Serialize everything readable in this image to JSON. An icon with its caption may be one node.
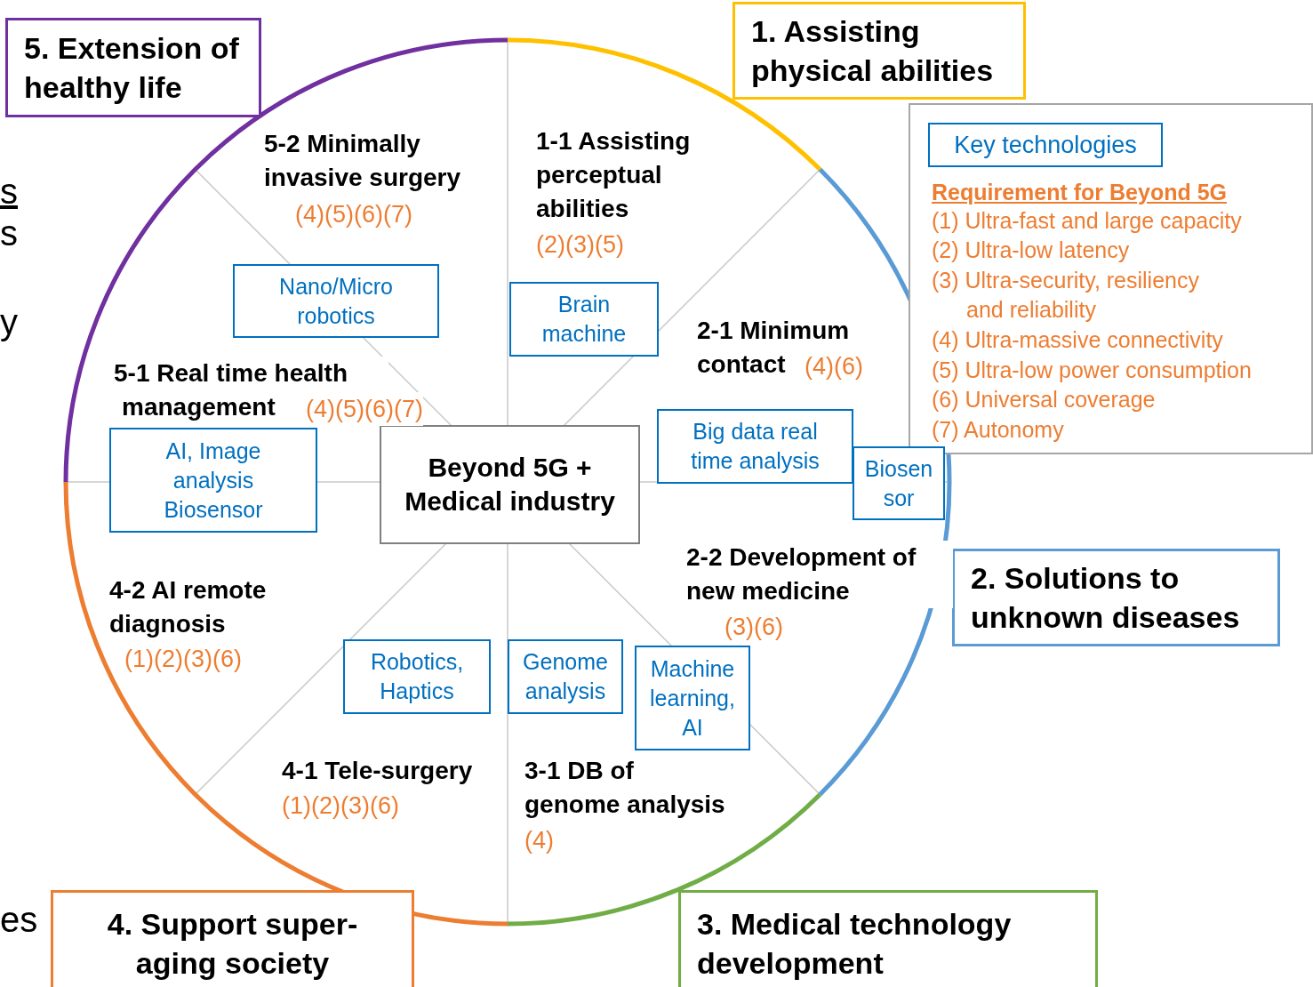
{
  "diagram": {
    "nodes": [
      {
        "text": [
          "5. Extension of healthy life"
        ]
      },
      {
        "text": [
          "1. Assisting physical abilities"
        ]
      },
      {
        "text": [
          "Requirement for Beyond 5G",
          "(1) Ultra-fast and large capacity",
          "(2) Ultra-low latency",
          "(3) Ultra-security, resiliency and reliability",
          "(4) Ultra-massive connectivity",
          "(5) Ultra-low power consumption",
          "(6) Universal coverage",
          "(7) Autonomy"
        ]
      },
      {
        "text": [
          "Key technologies"
        ],
        "in": 2
      },
      {
        "text": [
          "Nano/Micro robotics"
        ]
      },
      {
        "text": [
          "Brain machine"
        ]
      },
      {
        "text": [
          "AI, Image analysis Biosensor"
        ]
      },
      {
        "text": [
          "Beyond 5G + Medical industry"
        ]
      },
      {
        "text": [
          "Big data real time analysis"
        ]
      },
      {
        "text": [
          "Biosen sor"
        ]
      },
      {
        "text": [
          "2. Solutions to unknown diseases"
        ]
      },
      {
        "text": [
          "Robotics, Haptics"
        ]
      },
      {
        "text": [
          "Genome analysis"
        ]
      },
      {
        "text": [
          "Machine learning, AI"
        ]
      },
      {
        "text": [
          "4. Support super-aging society"
        ]
      },
      {
        "text": [
          "3. Medical technology development"
        ]
      }
    ],
    "edges": [],
    "labels": [
      "s",
      "s",
      "5-2 Minimally invasive surgery",
      "(4)(5)(6)(7)",
      "1-1 Assisting perceptual abilities",
      "(2)(3)(5)",
      "y",
      "2-1 Minimum contact",
      "(4)(6)",
      "5-1 Real time health management",
      "(4)(5)(6)(7)",
      "2-2 Development of new medicine",
      "(3)(6)",
      "4-2 AI remote diagnosis",
      "(1)(2)(3)(6)",
      "4-1 Tele-surgery",
      "(1)(2)(3)(6)",
      "3-1 DB of genome analysis",
      "(4)",
      "es"
    ]
  }
}
